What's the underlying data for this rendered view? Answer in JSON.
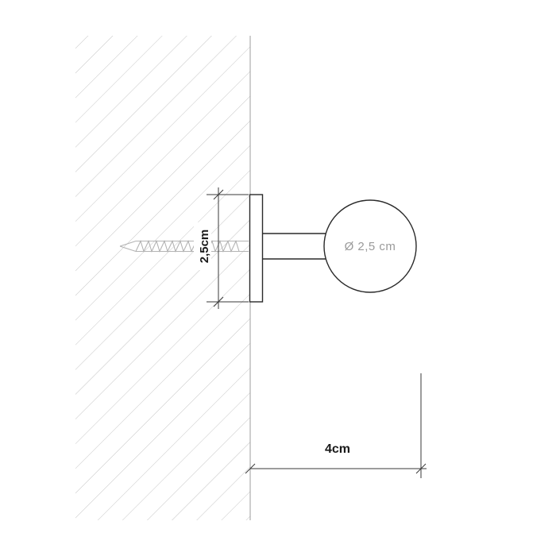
{
  "drawing": {
    "labels": {
      "ball_diameter": "Ø 2,5 cm",
      "plate_height": "2,5cm",
      "depth": "4cm"
    }
  },
  "colors": {
    "outline": "#2a2a2a",
    "dim_line": "#3a3a3a",
    "dim_text": "#1a1a1a",
    "label_gray": "#9a9a9a",
    "hatch": "#c6c6c6",
    "wall": "#9e9e9e",
    "screw": "#b3b3b3",
    "background": "#ffffff"
  }
}
